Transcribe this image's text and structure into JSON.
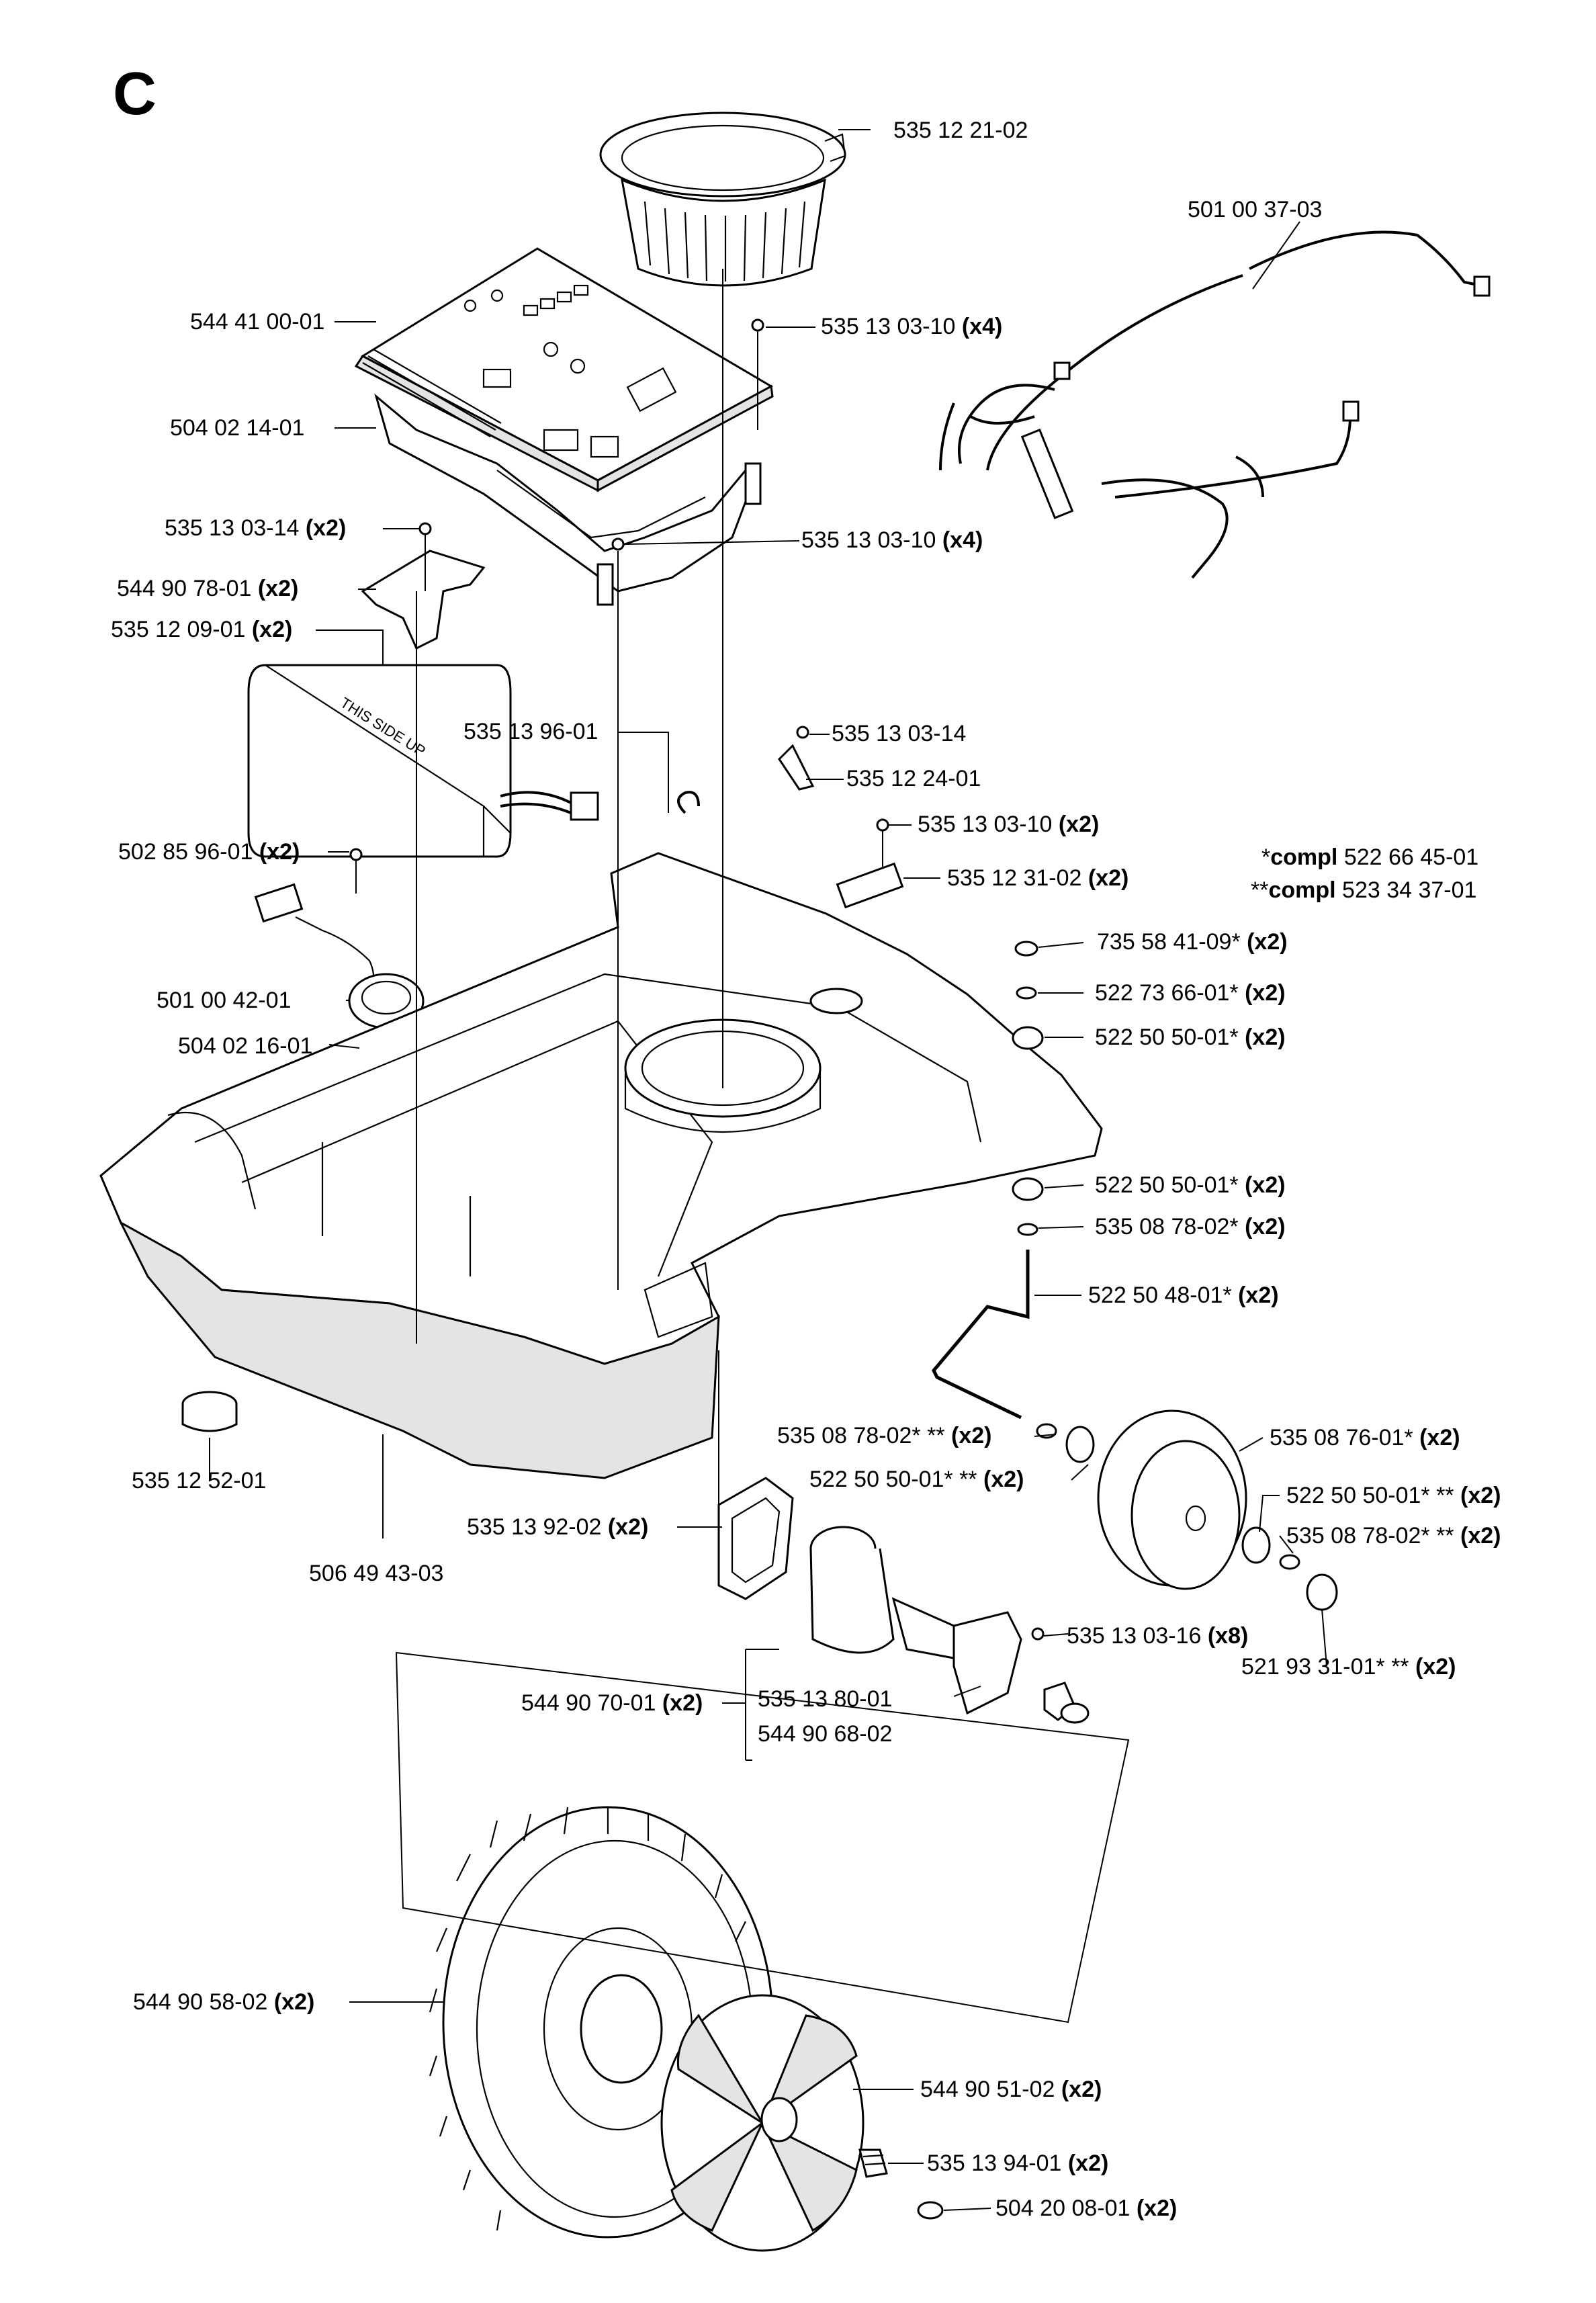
{
  "section": "C",
  "notes": [
    {
      "prefix": "*",
      "bold": "compl",
      "number": "522 66 45-01"
    },
    {
      "prefix": "**",
      "bold": "compl",
      "number": "523 34 37-01"
    }
  ],
  "labels": [
    {
      "id": "lbl-535-12-21-02",
      "text": "535 12 21-02",
      "qty": ""
    },
    {
      "id": "lbl-501-00-37-03",
      "text": "501 00 37-03",
      "qty": ""
    },
    {
      "id": "lbl-544-41-00-01",
      "text": "544 41 00-01",
      "qty": ""
    },
    {
      "id": "lbl-535-13-03-10-a",
      "text": "535 13 03-10",
      "qty": "(x4)"
    },
    {
      "id": "lbl-504-02-14-01",
      "text": "504 02 14-01",
      "qty": ""
    },
    {
      "id": "lbl-535-13-03-14-a",
      "text": "535 13 03-14",
      "qty": "(x2)"
    },
    {
      "id": "lbl-535-13-03-10-b",
      "text": "535 13 03-10",
      "qty": "(x4)"
    },
    {
      "id": "lbl-544-90-78-01",
      "text": "544 90 78-01",
      "qty": "(x2)"
    },
    {
      "id": "lbl-535-12-09-01",
      "text": "535 12 09-01",
      "qty": "(x2)"
    },
    {
      "id": "lbl-535-13-96-01",
      "text": "535 13 96-01",
      "qty": ""
    },
    {
      "id": "lbl-535-13-03-14-b",
      "text": "535 13 03-14",
      "qty": ""
    },
    {
      "id": "lbl-535-12-24-01",
      "text": "535 12 24-01",
      "qty": ""
    },
    {
      "id": "lbl-535-13-03-10-c",
      "text": "535 13 03-10",
      "qty": "(x2)"
    },
    {
      "id": "lbl-502-85-96-01",
      "text": "502 85 96-01",
      "qty": "(x2)"
    },
    {
      "id": "lbl-535-12-31-02",
      "text": "535 12 31-02",
      "qty": "(x2)"
    },
    {
      "id": "lbl-735-58-41-09",
      "text": "735 58 41-09*",
      "qty": "(x2)"
    },
    {
      "id": "lbl-501-00-42-01",
      "text": "501 00 42-01",
      "qty": ""
    },
    {
      "id": "lbl-522-73-66-01",
      "text": "522 73 66-01*",
      "qty": "(x2)"
    },
    {
      "id": "lbl-504-02-16-01",
      "text": "504 02 16-01",
      "qty": ""
    },
    {
      "id": "lbl-522-50-50-01-a",
      "text": "522 50 50-01*",
      "qty": "(x2)"
    },
    {
      "id": "lbl-522-50-50-01-b",
      "text": "522 50 50-01*",
      "qty": "(x2)"
    },
    {
      "id": "lbl-535-08-78-02-a",
      "text": "535 08 78-02*",
      "qty": "(x2)"
    },
    {
      "id": "lbl-522-50-48-01",
      "text": "522 50 48-01*",
      "qty": "(x2)"
    },
    {
      "id": "lbl-535-08-78-02-b",
      "text": "535 08 78-02* **",
      "qty": "(x2)"
    },
    {
      "id": "lbl-535-08-76-01",
      "text": "535 08 76-01*",
      "qty": "(x2)"
    },
    {
      "id": "lbl-535-12-52-01",
      "text": "535 12 52-01",
      "qty": ""
    },
    {
      "id": "lbl-522-50-50-01-c",
      "text": "522 50 50-01* **",
      "qty": "(x2)"
    },
    {
      "id": "lbl-522-50-50-01-d",
      "text": "522 50 50-01* **",
      "qty": "(x2)"
    },
    {
      "id": "lbl-535-13-92-02",
      "text": "535 13 92-02",
      "qty": "(x2)"
    },
    {
      "id": "lbl-535-08-78-02-c",
      "text": "535 08 78-02* **",
      "qty": "(x2)"
    },
    {
      "id": "lbl-506-49-43-03",
      "text": "506 49 43-03",
      "qty": ""
    },
    {
      "id": "lbl-535-13-03-16",
      "text": "535 13 03-16",
      "qty": "(x8)"
    },
    {
      "id": "lbl-521-93-31-01",
      "text": "521 93 31-01* **",
      "qty": "(x2)"
    },
    {
      "id": "lbl-544-90-70-01",
      "text": "544 90 70-01",
      "qty": "(x2)"
    },
    {
      "id": "lbl-535-13-80-01",
      "text": "535 13 80-01",
      "qty": ""
    },
    {
      "id": "lbl-544-90-68-02",
      "text": "544 90 68-02",
      "qty": ""
    },
    {
      "id": "lbl-544-90-58-02",
      "text": "544 90 58-02",
      "qty": "(x2)"
    },
    {
      "id": "lbl-544-90-51-02",
      "text": "544 90 51-02",
      "qty": "(x2)"
    },
    {
      "id": "lbl-535-13-94-01",
      "text": "535 13 94-01",
      "qty": "(x2)"
    },
    {
      "id": "lbl-504-20-08-01",
      "text": "504 20 08-01",
      "qty": "(x2)"
    }
  ],
  "battery_marking": "THIS SIDE UP"
}
